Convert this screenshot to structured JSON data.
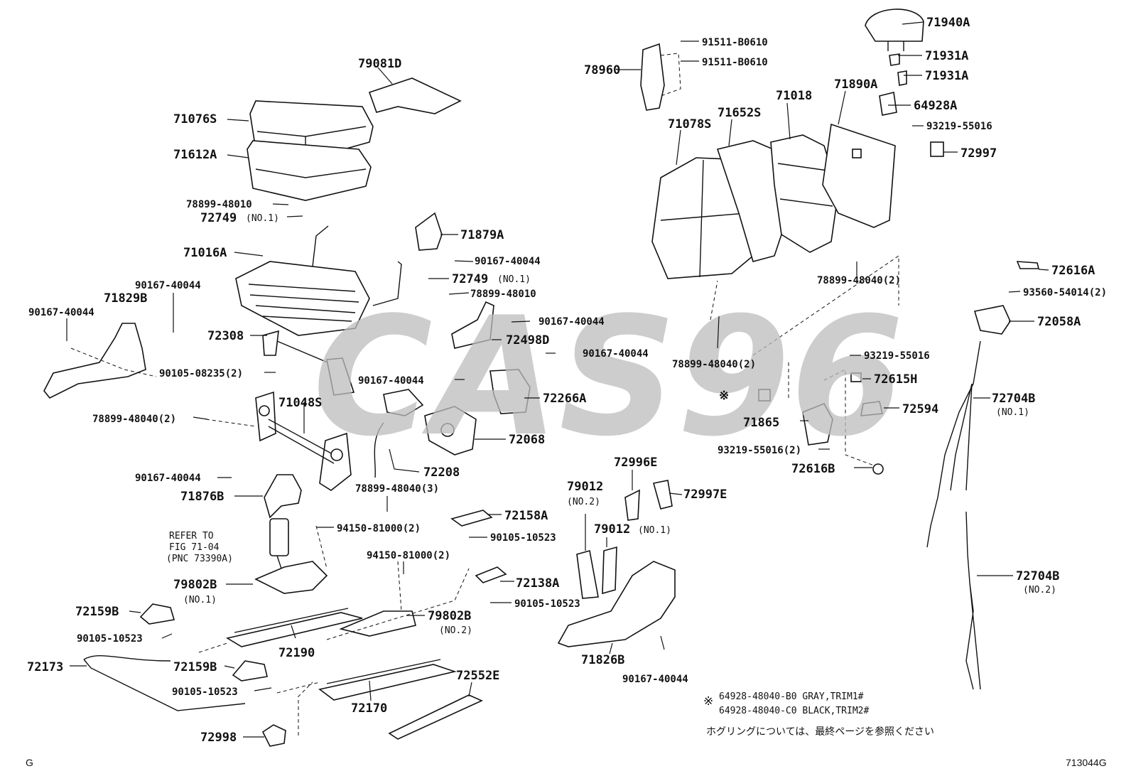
{
  "watermark": "CAS96",
  "corner": {
    "left": "G",
    "right": "713044G"
  },
  "notes": {
    "mark": "※",
    "line1": "64928-48040-B0 GRAY,TRIM1#",
    "line2": "64928-48040-C0 BLACK,TRIM2#",
    "line3": "ホグリングについては、最終ページを参照ください"
  },
  "refer": {
    "line1": "REFER TO",
    "line2": "FIG 71-04",
    "line3": "(PNC 73390A)"
  },
  "labels": {
    "l_79081D": "79081D",
    "l_71076S": "71076S",
    "l_71612A": "71612A",
    "l_78899_48010a": "78899-48010",
    "l_72749a": "72749",
    "l_72749a_sub": "(NO.1)",
    "l_71016A": "71016A",
    "l_71879A": "71879A",
    "l_90167_40044a": "90167-40044",
    "l_72749b": "72749",
    "l_72749b_sub": "(NO.1)",
    "l_78899_48010b": "78899-48010",
    "l_90167_40044b": "90167-40044",
    "l_90167_40044c": "90167-40044",
    "l_71829B": "71829B",
    "l_90167_40044d": "90167-40044",
    "l_72308": "72308",
    "l_72498D": "72498D",
    "l_90167_40044e": "90167-40044",
    "l_90105_08235": "90105-08235(2)",
    "l_90167_40044f": "90167-40044",
    "l_72266A": "72266A",
    "l_71048S": "71048S",
    "l_78899_48040a": "78899-48040(2)",
    "l_72068": "72068",
    "l_72208": "72208",
    "l_90167_40044g": "90167-40044",
    "l_78899_48040b": "78899-48040(3)",
    "l_71876B": "71876B",
    "l_94150_81000a": "94150-81000(2)",
    "l_72158A": "72158A",
    "l_90105_10523a": "90105-10523",
    "l_94150_81000b": "94150-81000(2)",
    "l_79802B_1": "79802B",
    "l_79802B_1_sub": "(NO.1)",
    "l_72138A": "72138A",
    "l_90105_10523b": "90105-10523",
    "l_72159B_a": "72159B",
    "l_79802B_2": "79802B",
    "l_79802B_2_sub": "(NO.2)",
    "l_90105_10523c": "90105-10523",
    "l_72190": "72190",
    "l_72173": "72173",
    "l_72159B_b": "72159B",
    "l_90105_10523d": "90105-10523",
    "l_72170": "72170",
    "l_72552E": "72552E",
    "l_72998": "72998",
    "l_71940A": "71940A",
    "l_91511_B0610a": "91511-B0610",
    "l_91511_B0610b": "91511-B0610",
    "l_78960": "78960",
    "l_71931A_a": "71931A",
    "l_71931A_b": "71931A",
    "l_71018": "71018",
    "l_71890A": "71890A",
    "l_71652S": "71652S",
    "l_71078S": "71078S",
    "l_64928A": "64928A",
    "l_93219_55016a": "93219-55016",
    "l_72997": "72997",
    "l_78899_48040c": "78899-48040(2)",
    "l_72616A": "72616A",
    "l_93560_54014": "93560-54014(2)",
    "l_72058A": "72058A",
    "l_78899_48040d": "78899-48040(2)",
    "l_93219_55016b": "93219-55016",
    "l_72615H": "72615H",
    "l_mark": "※",
    "l_72704B_1": "72704B",
    "l_72704B_1_sub": "(NO.1)",
    "l_72594": "72594",
    "l_71865": "71865",
    "l_93219_55016c": "93219-55016(2)",
    "l_72616B": "72616B",
    "l_72996E": "72996E",
    "l_79012_2": "79012",
    "l_79012_2_sub": "(NO.2)",
    "l_72997E": "72997E",
    "l_79012_1": "79012",
    "l_79012_1_sub": "(NO.1)",
    "l_72704B_2": "72704B",
    "l_72704B_2_sub": "(NO.2)",
    "l_71826B": "71826B",
    "l_90167_40044h": "90167-40044"
  }
}
